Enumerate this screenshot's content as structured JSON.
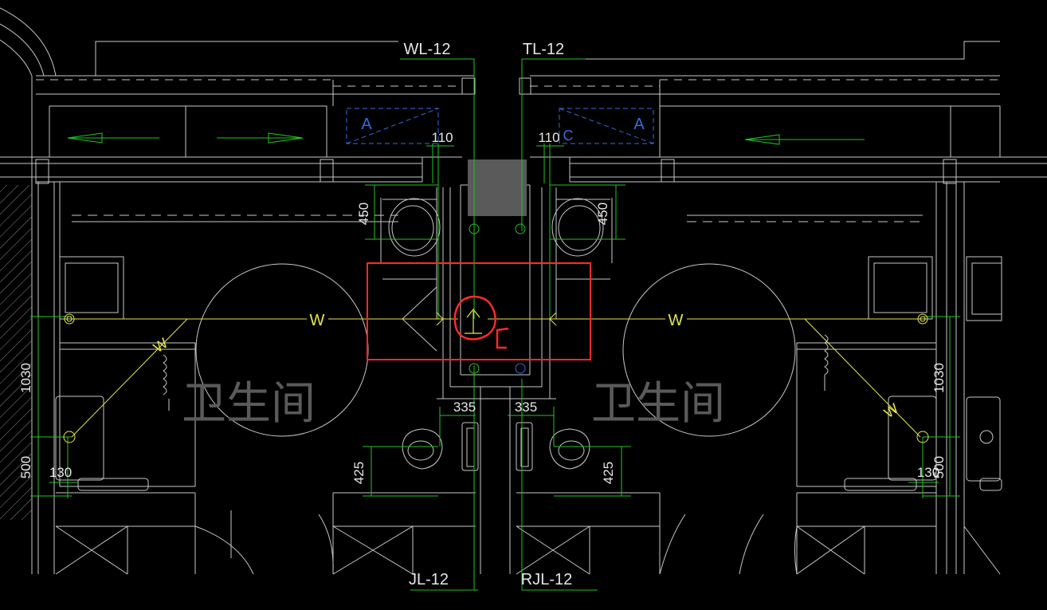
{
  "colors": {
    "background": "#000000",
    "walls": "#c8c8c8",
    "dims": "#22c322",
    "pipe": "#e6e64a",
    "windows": "#2f6fe0",
    "highlight": "#ff2a2a",
    "fill": "#5a5a5a",
    "room_text": "#5a5a5a"
  },
  "riser_labels": {
    "wl": "WL-12",
    "tl": "TL-12",
    "jl": "JL-12",
    "rjl": "RJL-12"
  },
  "pipe_labels": {
    "left_w": "W",
    "right_w": "W",
    "left_slant": "W",
    "right_slant": "W"
  },
  "room_labels": {
    "left": "卫生间",
    "right": "卫生间"
  },
  "window_tags": {
    "left": "A",
    "right_c": "C",
    "right_a": "A"
  },
  "dimensions": {
    "top_left": "110",
    "top_right": "110",
    "basin_left": "450",
    "basin_right": "450",
    "mid_left": "335",
    "mid_right": "335",
    "toilet_left": "425",
    "toilet_right": "425",
    "vert_left": "1030",
    "vert_right": "1030",
    "bottom_left": "500",
    "bottom_right": "500",
    "small_left": "130",
    "small_right": "130"
  }
}
